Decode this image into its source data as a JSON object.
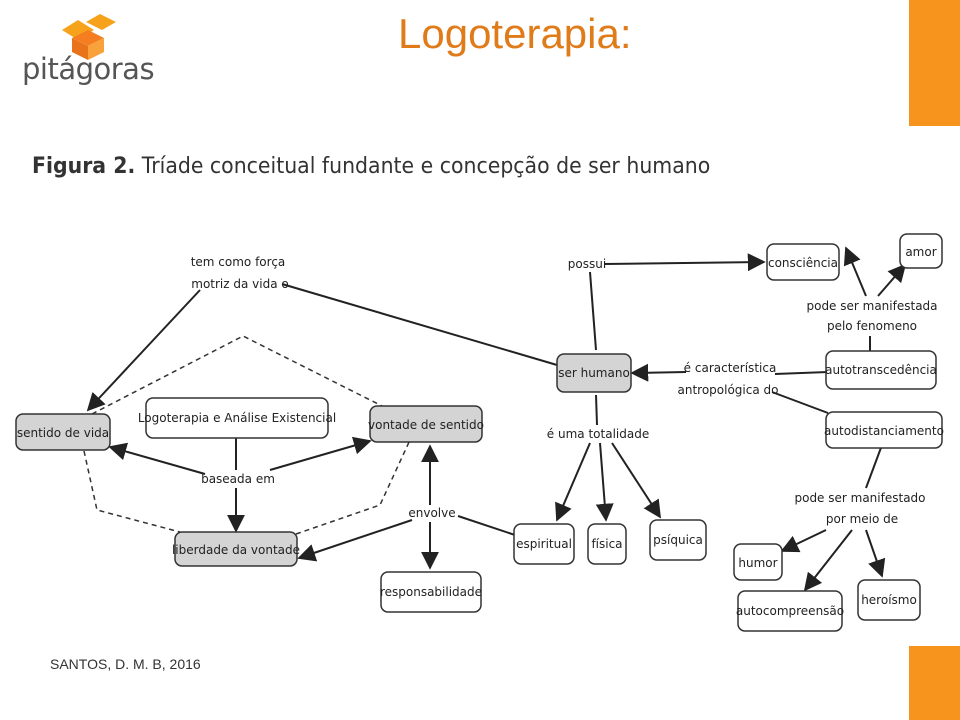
{
  "header": {
    "logo_text": "pitágoras",
    "title": "Logoterapia:"
  },
  "figure": {
    "label": "Figura 2.",
    "caption": " Tríade conceitual fundante e concepção de ser humano"
  },
  "nodes": {
    "sentido_de_vida": "sentido de vida",
    "logoterapia": "Logoterapia e Análise Existencial",
    "vontade_de_sentido": "vontade de sentido",
    "liberdade_da_vontade": "liberdade da vontade",
    "responsabilidade": "responsabilidade",
    "espiritual": "espiritual",
    "fisica": "física",
    "psiquica": "psíquica",
    "ser_humano": "ser humano",
    "consciencia": "consciência",
    "amor": "amor",
    "autotranscedencia": "autotranscedência",
    "autodistanciamento": "autodistanciamento",
    "humor": "humor",
    "autocompreensao": "autocompreensão",
    "heroismo": "heroísmo"
  },
  "edges": {
    "tem_como_forca_1": "tem como força",
    "tem_como_forca_2": "motriz da vida o",
    "baseada_em": "baseada em",
    "envolve": "envolve",
    "possui": "possui",
    "e_uma_totalidade": "é uma totalidade",
    "caracteristica_1": "é característica",
    "caracteristica_2": "antropológica do",
    "manifestada_1": "pode ser manifestada",
    "manifestada_2": "pelo fenomeno",
    "manifestado_1": "pode ser manifestado",
    "manifestado_2": "por meio de"
  },
  "source": "SANTOS, D. M. B, 2016"
}
